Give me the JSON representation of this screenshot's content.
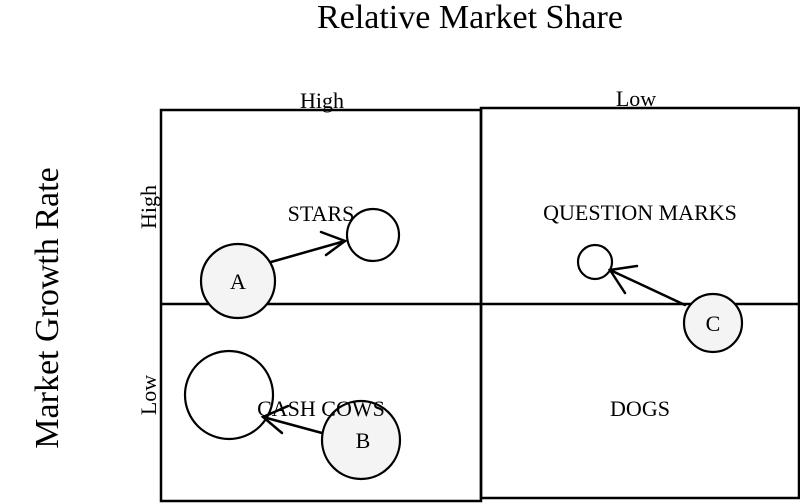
{
  "x_axis": {
    "title": "Relative Market Share",
    "high_label": "High",
    "low_label": "Low"
  },
  "y_axis": {
    "title": "Market Growth Rate",
    "high_label": "High",
    "low_label": "Low"
  },
  "quadrants": {
    "stars": "STARS",
    "question_marks": "QUESTION MARKS",
    "cash_cows": "CASH COWS",
    "dogs": "DOGS"
  },
  "products": {
    "a": "A",
    "b": "B",
    "c": "C"
  }
}
